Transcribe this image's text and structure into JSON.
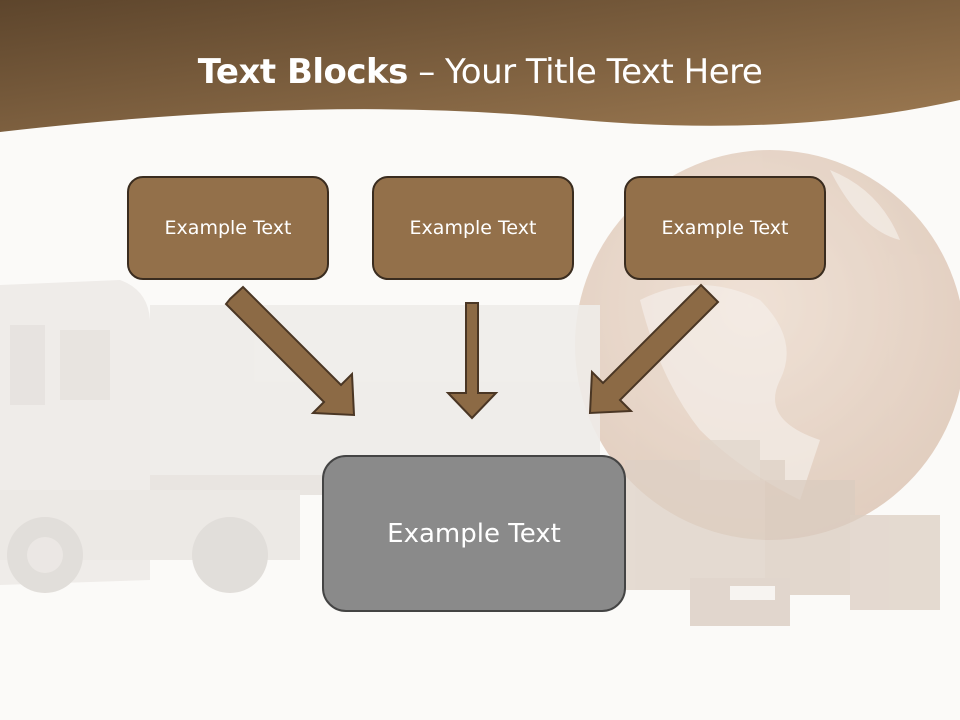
{
  "slide": {
    "title_bold": "Text Blocks",
    "title_sep": " – ",
    "title_rest": "Your Title Text Here"
  },
  "blocks": [
    {
      "label": "Example Text"
    },
    {
      "label": "Example Text"
    },
    {
      "label": "Example Text"
    }
  ],
  "main_block": {
    "label": "Example Text"
  },
  "colors": {
    "header": "#7a5a38",
    "block_fill": "#93704a",
    "block_border": "#3a2c1f",
    "main_fill": "#8a8a8a",
    "arrow_fill": "#8c6a45"
  },
  "background_icons": [
    "truck-icon",
    "globe-icon",
    "boxes-icon"
  ]
}
